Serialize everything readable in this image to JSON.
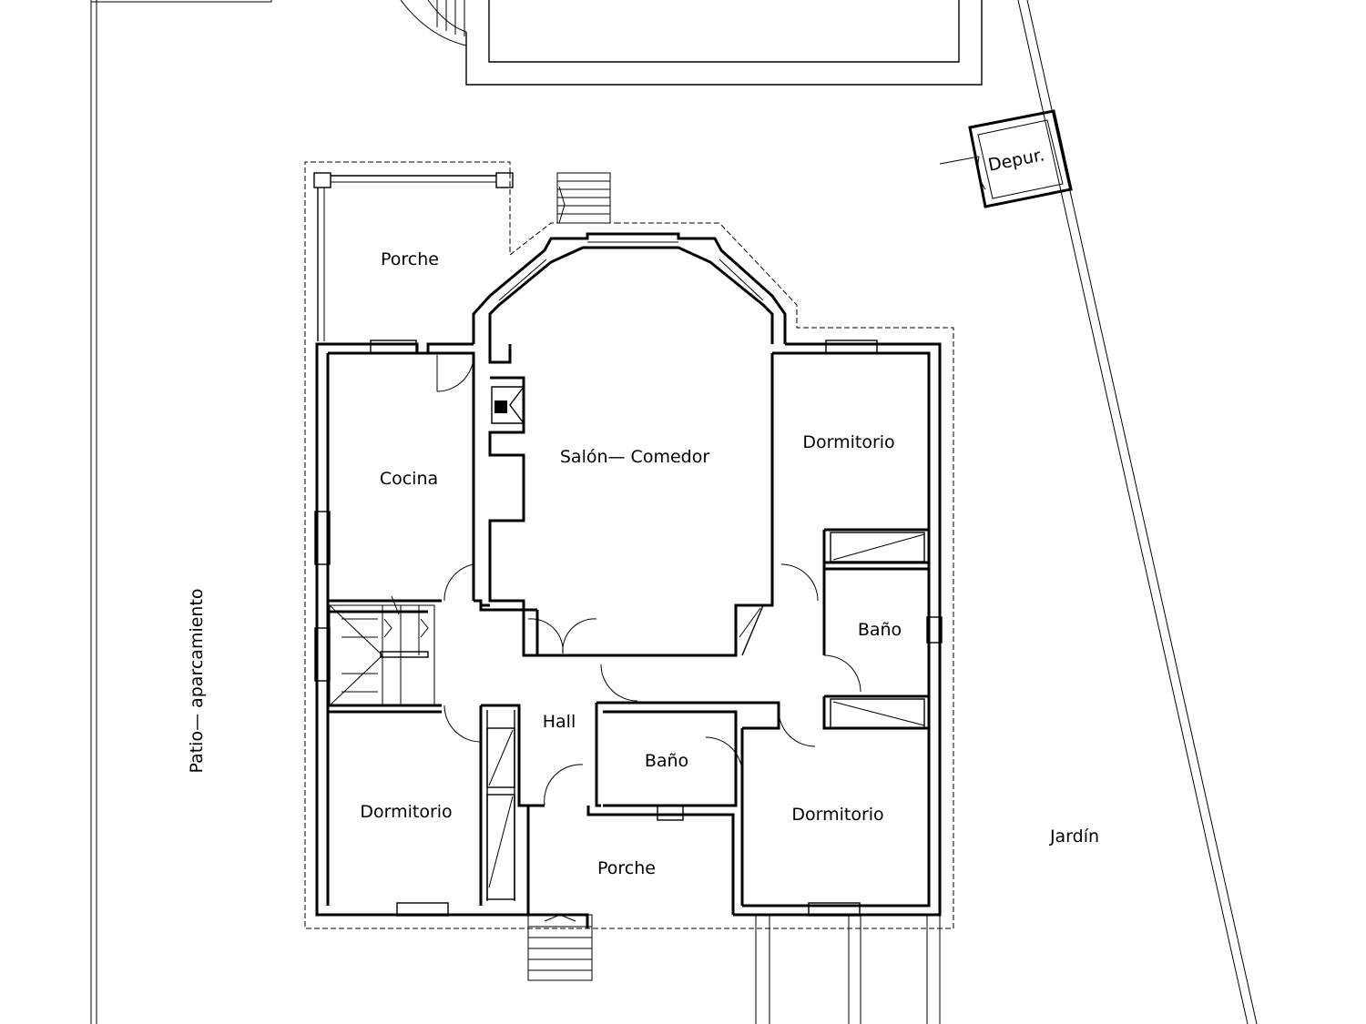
{
  "rooms": {
    "porche_top": "Porche",
    "cocina": "Cocina",
    "salon": "Salón— Comedor",
    "dormitorio_ne": "Dormitorio",
    "bano_e": "Baño",
    "hall": "Hall",
    "bano_s": "Baño",
    "dormitorio_sw": "Dormitorio",
    "dormitorio_se": "Dormitorio",
    "porche_bottom": "Porche"
  },
  "outdoor": {
    "depur": "Depur.",
    "jardin": "Jardín",
    "patio": "Patio— aparcamiento"
  }
}
